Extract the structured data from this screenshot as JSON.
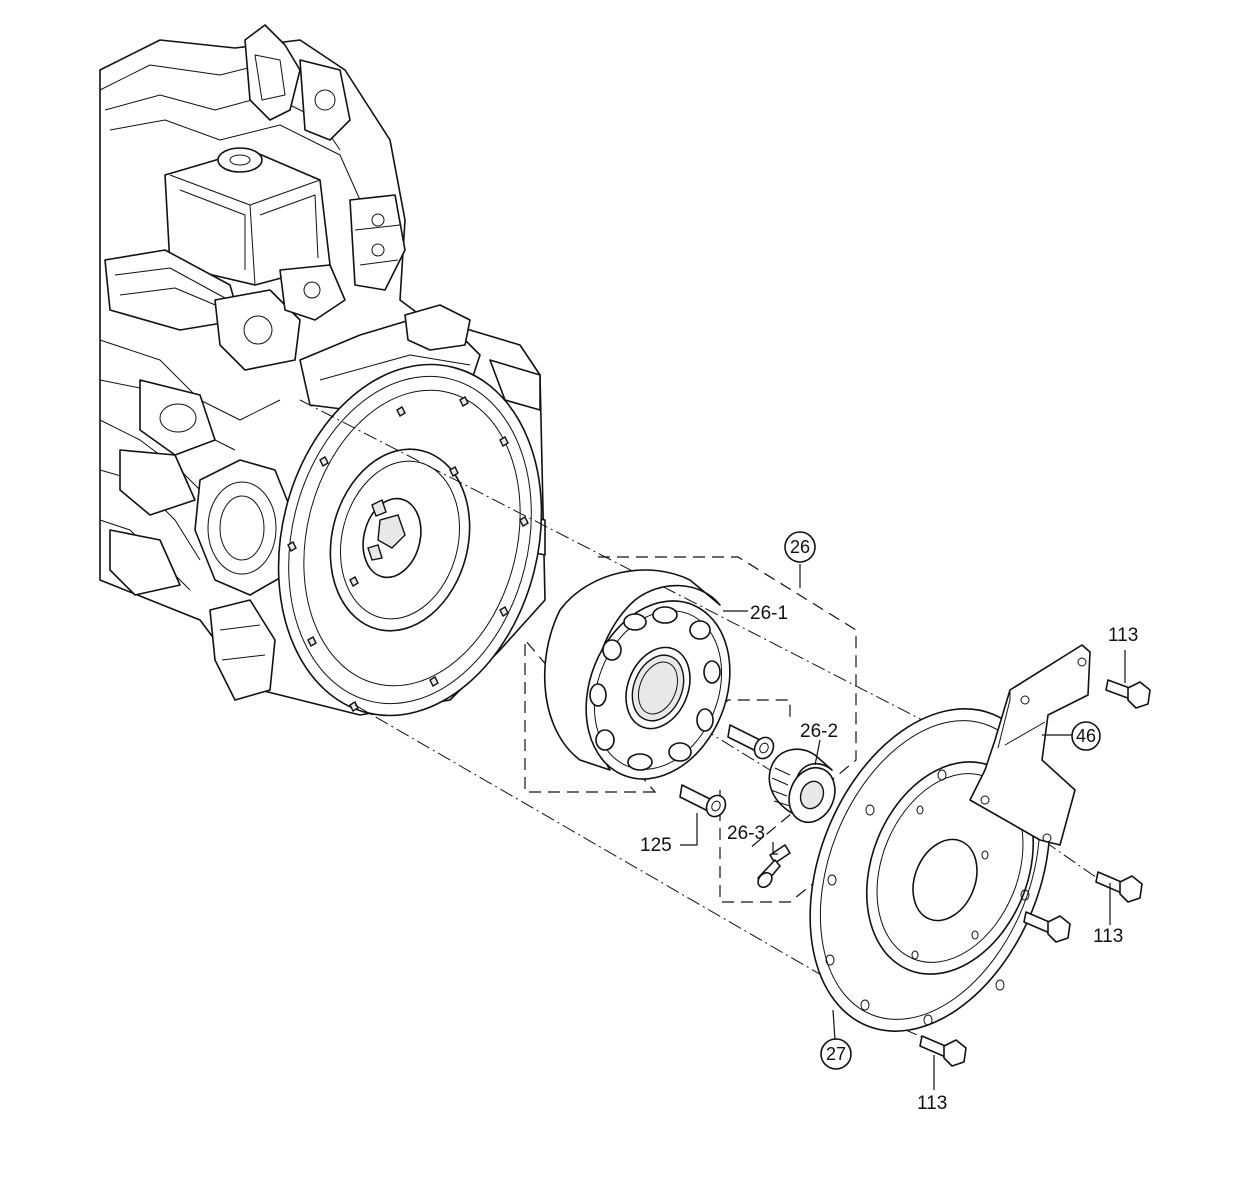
{
  "callouts": {
    "c26": "26",
    "c26_1": "26-1",
    "c26_2": "26-2",
    "c26_3": "26-3",
    "c27": "27",
    "c46": "46",
    "c113_a": "113",
    "c113_b": "113",
    "c113_c": "113",
    "c125": "125"
  }
}
